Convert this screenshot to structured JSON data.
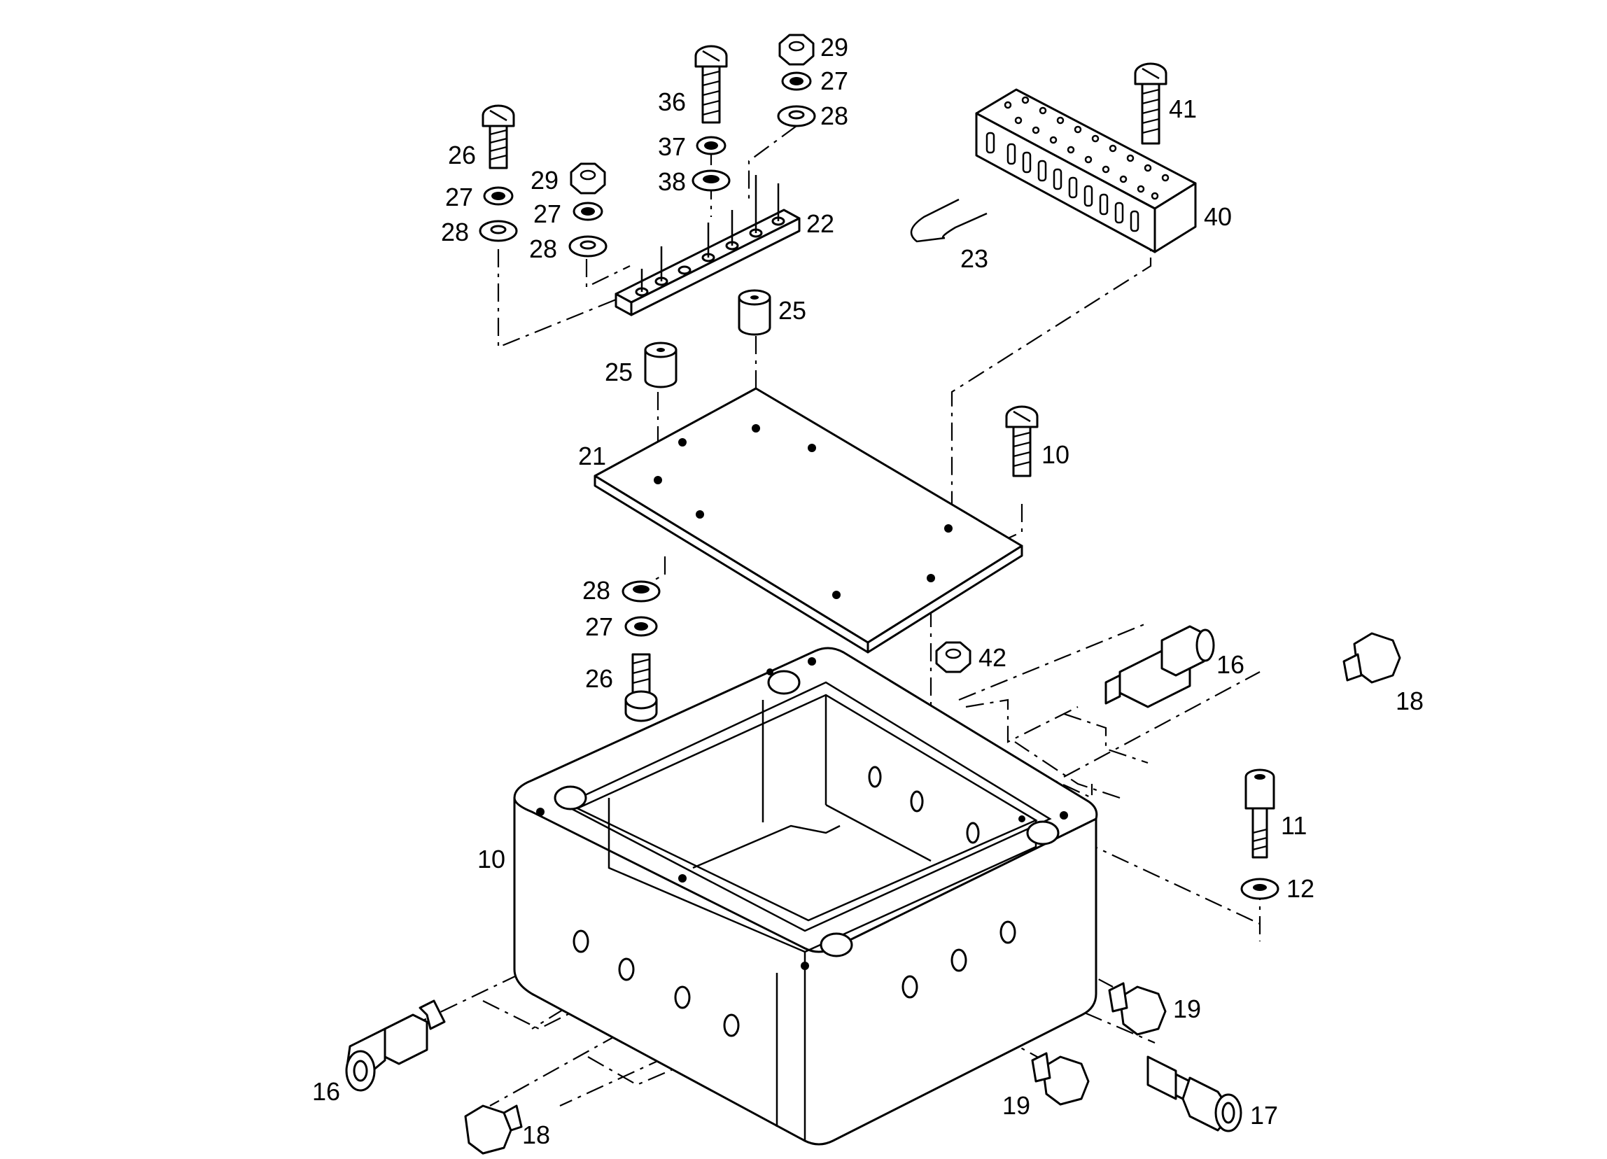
{
  "diagram": {
    "callouts": [
      {
        "id": "c29a",
        "text": "29"
      },
      {
        "id": "c27a",
        "text": "27"
      },
      {
        "id": "c28a",
        "text": "28"
      },
      {
        "id": "c36",
        "text": "36"
      },
      {
        "id": "c37",
        "text": "37"
      },
      {
        "id": "c38",
        "text": "38"
      },
      {
        "id": "c26a",
        "text": "26"
      },
      {
        "id": "c27b",
        "text": "27"
      },
      {
        "id": "c28b",
        "text": "28"
      },
      {
        "id": "c29b",
        "text": "29"
      },
      {
        "id": "c27c",
        "text": "27"
      },
      {
        "id": "c28c",
        "text": "28"
      },
      {
        "id": "c22",
        "text": "22"
      },
      {
        "id": "c23",
        "text": "23"
      },
      {
        "id": "c40",
        "text": "40"
      },
      {
        "id": "c41",
        "text": "41"
      },
      {
        "id": "c25a",
        "text": "25"
      },
      {
        "id": "c25b",
        "text": "25"
      },
      {
        "id": "c21",
        "text": "21"
      },
      {
        "id": "c10a",
        "text": "10"
      },
      {
        "id": "c28d",
        "text": "28"
      },
      {
        "id": "c27d",
        "text": "27"
      },
      {
        "id": "c26b",
        "text": "26"
      },
      {
        "id": "c42",
        "text": "42"
      },
      {
        "id": "c16a",
        "text": "16"
      },
      {
        "id": "c18a",
        "text": "18"
      },
      {
        "id": "c11",
        "text": "11"
      },
      {
        "id": "c12",
        "text": "12"
      },
      {
        "id": "c10b",
        "text": "10"
      },
      {
        "id": "c19a",
        "text": "19"
      },
      {
        "id": "c16b",
        "text": "16"
      },
      {
        "id": "c18b",
        "text": "18"
      },
      {
        "id": "c19b",
        "text": "19"
      },
      {
        "id": "c17",
        "text": "17"
      }
    ]
  }
}
